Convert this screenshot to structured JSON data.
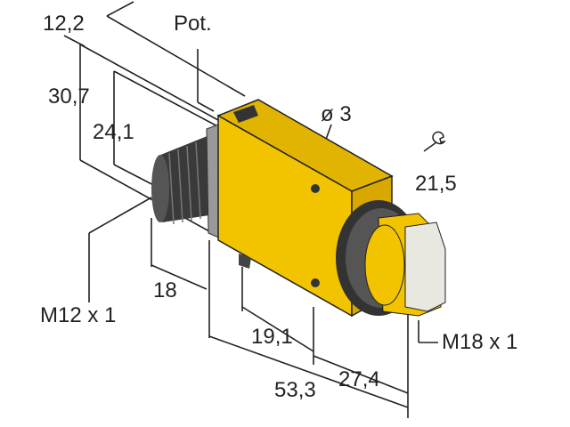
{
  "labels": {
    "width_top": "12,2",
    "pot": "Pot.",
    "height_total": "30,7",
    "height_body": "24,1",
    "hole_diameter": "ø 3",
    "wrench_size": "21,5",
    "connector_thread": "M12 x 1",
    "connector_length": "18",
    "mount_offset": "19,1",
    "lens_thread": "M18 x 1",
    "lens_length": "27,4",
    "total_length": "53,3"
  },
  "colors": {
    "housing": "#f2c400",
    "housing_shade": "#d9a800",
    "dark": "#2a2a2a",
    "lens": "#e8e8e0"
  },
  "icons": [
    "wrench-icon"
  ]
}
